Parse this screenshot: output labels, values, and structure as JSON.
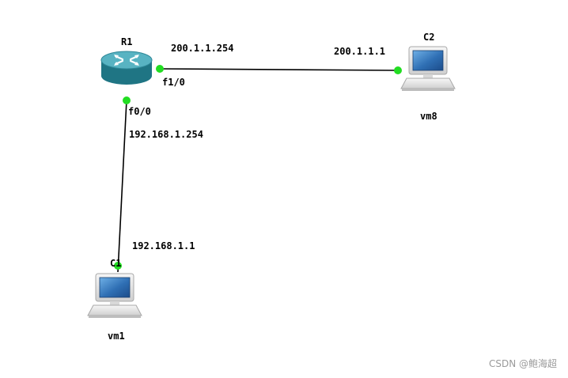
{
  "nodes": {
    "router": {
      "name": "R1",
      "icon": "router-icon"
    },
    "pc1": {
      "name": "C1",
      "host": "vm1",
      "icon": "computer-icon"
    },
    "pc2": {
      "name": "C2",
      "host": "vm8",
      "icon": "computer-icon"
    }
  },
  "interfaces": {
    "r1_f1_0": {
      "name": "f1/0",
      "ip": "200.1.1.254"
    },
    "r1_f0_0": {
      "name": "f0/0",
      "ip": "192.168.1.254"
    },
    "c2_ip": "200.1.1.1",
    "c1_ip": "192.168.1.1"
  },
  "links": [
    {
      "from": "R1:f1/0",
      "to": "C2"
    },
    {
      "from": "R1:f0/0",
      "to": "C1"
    }
  ],
  "colors": {
    "link": "#000000",
    "port_up": "#22dd22",
    "router_body": "#2a8a9a",
    "router_top": "#5fb8c6",
    "screen": "#3a7fc0",
    "case": "#e4e4e4"
  },
  "watermark": "CSDN @鲍海超"
}
